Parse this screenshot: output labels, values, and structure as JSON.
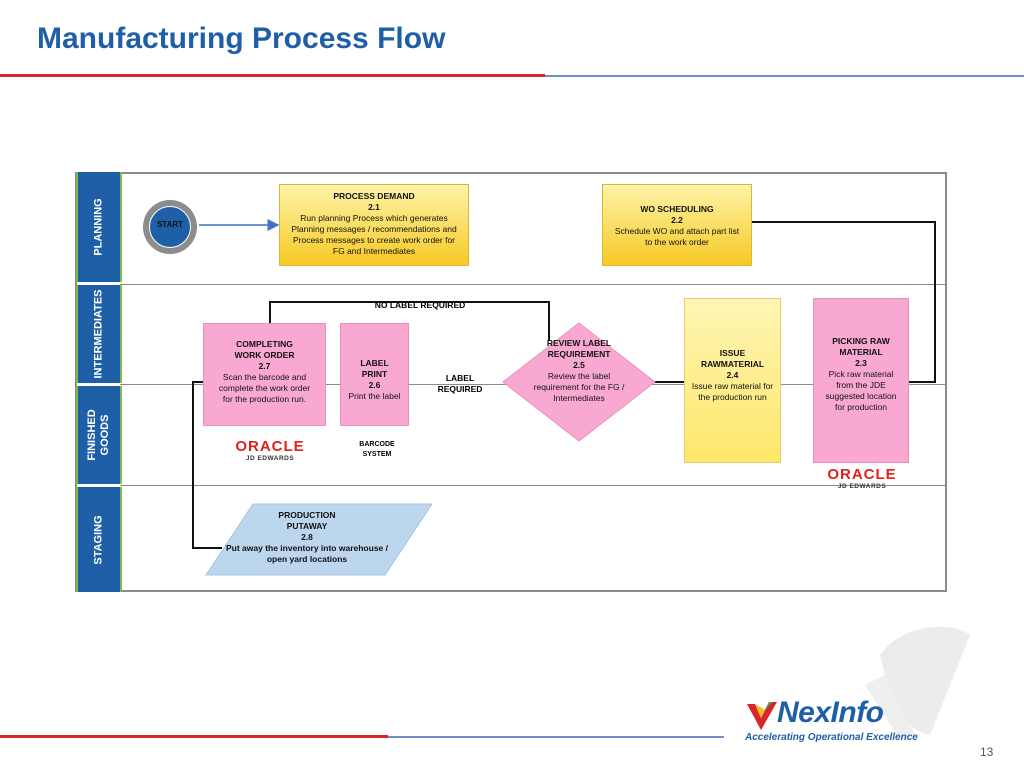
{
  "title": "Manufacturing Process Flow",
  "lanes": [
    "PLANNING",
    "INTERMEDIATES",
    "FINISHED GOODS",
    "STAGING"
  ],
  "start": "START",
  "process_demand": {
    "title": "PROCESS DEMAND",
    "num": "2.1",
    "desc": "Run planning Process which generates Planning messages / recommendations and Process messages to create work order for FG and Intermediates"
  },
  "wo_scheduling": {
    "title": "WO SCHEDULING",
    "num": "2.2",
    "desc": "Schedule WO and attach part list to the work order"
  },
  "picking": {
    "title": "PICKING RAW MATERIAL",
    "num": "2.3",
    "desc": "Pick raw material from the JDE suggested location for production"
  },
  "issue": {
    "title": "ISSUE RAWMATERIAL",
    "num": "2.4",
    "desc": "Issue raw material for the production run"
  },
  "review": {
    "title": "REVIEW LABEL REQUIREMENT",
    "num": "2.5",
    "desc": "Review the label requirement for the FG / Intermediates"
  },
  "label_print": {
    "title": "LABEL PRINT",
    "num": "2.6",
    "desc": "Print the label"
  },
  "completing": {
    "title": "COMPLETING WORK ORDER",
    "num": "2.7",
    "desc": "Scan the barcode and complete the work order for the production run."
  },
  "putaway": {
    "title": "PRODUCTION PUTAWAY",
    "num": "2.8",
    "desc": "Put away the inventory into warehouse / open yard locations"
  },
  "no_label_required": "NO LABEL REQUIRED",
  "label_required": "LABEL REQUIRED",
  "barcode_system": "BARCODE SYSTEM",
  "oracle": {
    "word": "ORACLE",
    "sub": "JD EDWARDS"
  },
  "logo": {
    "name": "NexInfo",
    "tagline": "Accelerating Operational Excellence"
  },
  "page_number": "13",
  "colors": {
    "title_blue": "#1f5fa8",
    "red_line": "#d9262b",
    "lane_blue": "#1f5fa8"
  }
}
